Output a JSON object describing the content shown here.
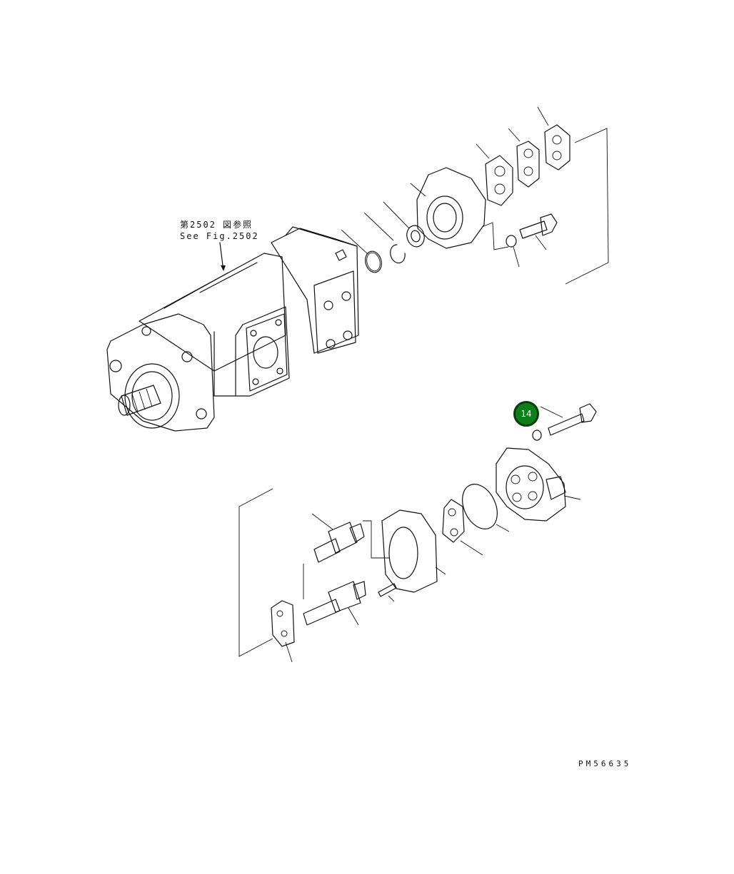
{
  "reference": {
    "japanese": "第2502 図参照",
    "english": "See Fig.2502"
  },
  "callouts": [
    {
      "number": "14",
      "color": "#0d7f18"
    }
  ],
  "figure_code": "PM56635"
}
